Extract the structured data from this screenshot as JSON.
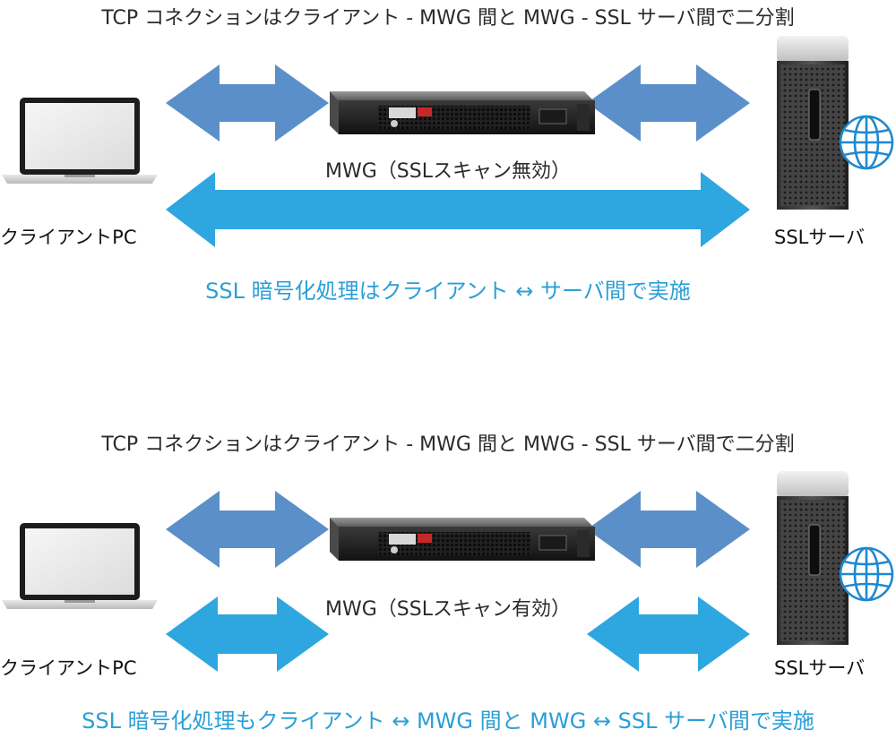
{
  "panels": [
    {
      "tcp_caption": "TCP コネクションはクライアント - MWG 間と MWG - SSL サーバ間で二分割",
      "client_label": "クライアントPC",
      "server_label": "SSLサーバ",
      "mwg_label": "MWG（SSLスキャン無効）",
      "ssl_caption": "SSL 暗号化処理はクライアント ↔ サーバ間で実施"
    },
    {
      "tcp_caption": "TCP コネクションはクライアント - MWG 間と MWG - SSL サーバ間で二分割",
      "client_label": "クライアントPC",
      "server_label": "SSLサーバ",
      "mwg_label": "MWG（SSLスキャン有効）",
      "ssl_caption": "SSL 暗号化処理もクライアント ↔ MWG 間と MWG ↔ SSL サーバ間で実施"
    }
  ],
  "colors": {
    "tcp_arrow": "#5b8fc9",
    "ssl_arrow": "#2ea6e0",
    "ssl_text": "#2a9fd6",
    "text": "#2b2b2b"
  },
  "icons": {
    "client": "laptop-icon",
    "appliance": "rack-appliance-icon",
    "server": "tower-server-icon",
    "globe": "globe-icon"
  }
}
